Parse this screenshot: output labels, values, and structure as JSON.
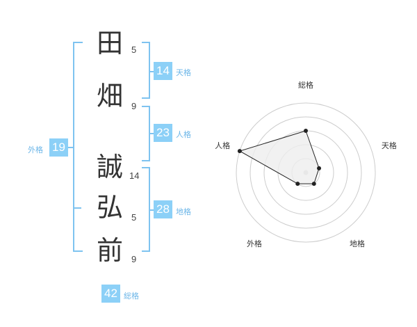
{
  "name": {
    "chars": [
      {
        "char": "田",
        "strokes": "5"
      },
      {
        "char": "畑",
        "strokes": "9"
      },
      {
        "char": "誠",
        "strokes": "14"
      },
      {
        "char": "弘",
        "strokes": "5"
      },
      {
        "char": "前",
        "strokes": "9"
      }
    ]
  },
  "fortunes": {
    "tenkaku": {
      "value": "14",
      "label": "天格"
    },
    "jinkaku": {
      "value": "23",
      "label": "人格"
    },
    "chikaku": {
      "value": "28",
      "label": "地格"
    },
    "gaikaku": {
      "value": "19",
      "label": "外格"
    },
    "soukaku": {
      "value": "42",
      "label": "総格"
    }
  },
  "chart_data": {
    "type": "radar",
    "axes": [
      "総格",
      "天格",
      "地格",
      "外格",
      "人格"
    ],
    "values": [
      3,
      1,
      1,
      1,
      5
    ],
    "max": 5,
    "rings": 5,
    "colors": {
      "fill": "#eeeeee",
      "stroke": "#222222",
      "grid": "#cccccc",
      "center": "#cccccc"
    }
  }
}
